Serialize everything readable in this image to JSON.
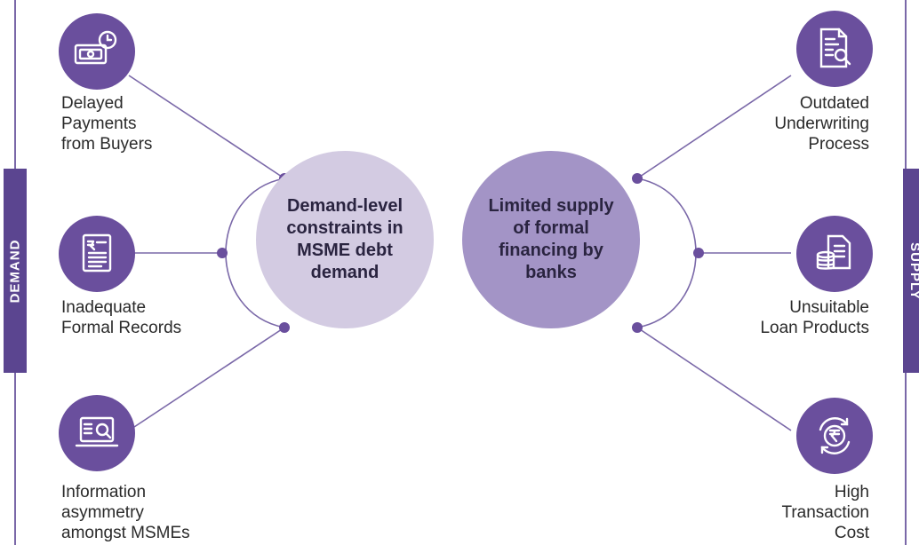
{
  "sides": {
    "left_tab": "DEMAND",
    "right_tab": "SUPPLY"
  },
  "centers": {
    "demand": "Demand-level\nconstraints in\nMSME debt\ndemand",
    "supply": "Limited supply\nof formal\nfinancing by\nbanks"
  },
  "demand_items": [
    {
      "label": "Delayed\nPayments\nfrom Buyers",
      "icon": "delayed-payment-icon"
    },
    {
      "label": "Inadequate\nFormal Records",
      "icon": "records-document-icon"
    },
    {
      "label": "Information\nasymmetry\namongst MSMEs",
      "icon": "laptop-question-icon"
    }
  ],
  "supply_items": [
    {
      "label": "Outdated\nUnderwriting\nProcess",
      "icon": "document-search-icon"
    },
    {
      "label": "Unsuitable\nLoan Products",
      "icon": "coins-document-icon"
    },
    {
      "label": "High\nTransaction\nCost",
      "icon": "rupee-cycle-icon"
    }
  ],
  "colors": {
    "tab": "#5b4590",
    "icon_circle": "#6a4f9d",
    "demand_circle": "#d3cbe2",
    "supply_circle": "#a394c6",
    "connector": "#7a68a8"
  }
}
